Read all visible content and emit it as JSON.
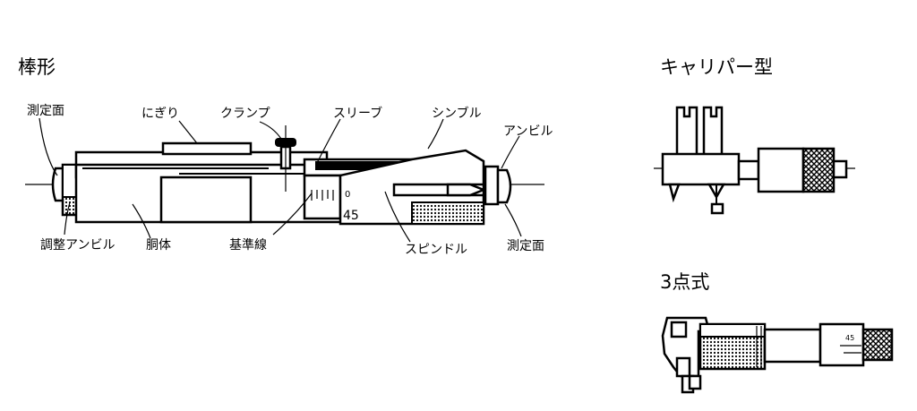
{
  "headings": {
    "rod_type": "棒形",
    "caliper_type": "キャリパー型",
    "three_point": "3点式"
  },
  "labels": {
    "measuring_face_left": "測定面",
    "grip": "にぎり",
    "clamp": "クランプ",
    "sleeve": "スリーブ",
    "thimble": "シンブル",
    "anvil": "アンビル",
    "adjusting_anvil": "調整アンビル",
    "barrel": "胴体",
    "reference_line": "基準線",
    "spindle": "スピンドル",
    "measuring_face_right": "測定面"
  },
  "scale": {
    "thimble_value": "45",
    "three_point_value": "45"
  }
}
